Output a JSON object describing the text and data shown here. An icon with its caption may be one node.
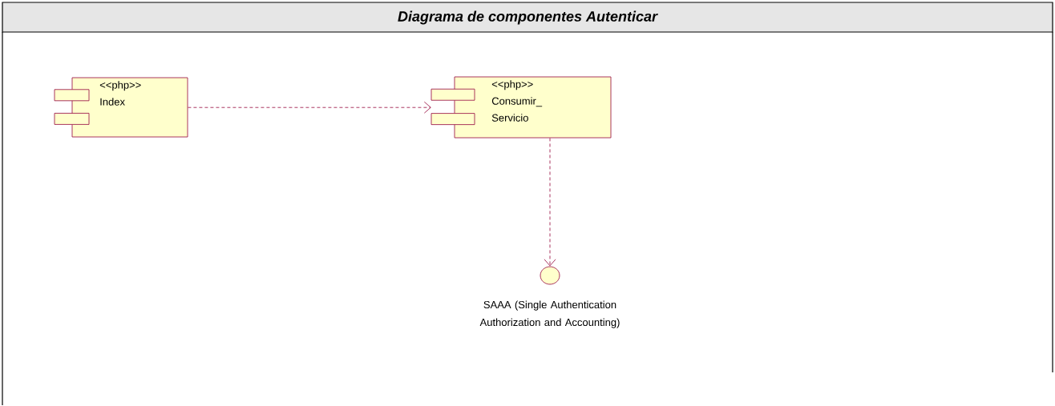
{
  "diagram": {
    "title": "Diagrama de componentes Autenticar",
    "nodes": [
      {
        "text": [
          "<<php>>",
          "Index"
        ]
      },
      {
        "text": [
          "<<php>>",
          "Consumir_ Servicio"
        ]
      },
      {
        "text": [],
        "shape": "circle",
        "beside": [
          "SAAA (Single Authentication Authorization and Accounting)"
        ]
      }
    ],
    "edges": [
      {
        "from": 0,
        "to": 1,
        "arrow": "to",
        "style": "dashed"
      },
      {
        "from": 1,
        "to": 2,
        "arrow": "to",
        "style": "dashed"
      }
    ]
  }
}
